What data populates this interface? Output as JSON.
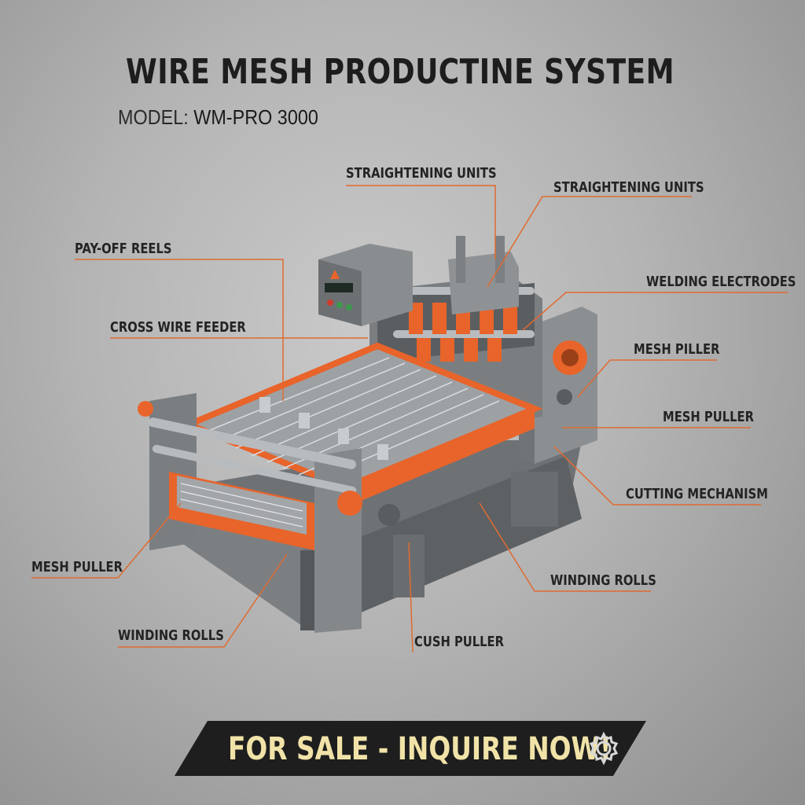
{
  "header": {
    "title": "WIRE MESH PRODUCTINE SYSTEM",
    "model_label": "MODEL:",
    "model_value": "WM-PRO 3000"
  },
  "callouts": [
    {
      "text": "STRAIGHTENING UNITS"
    },
    {
      "text": "STRAIGHTENING UNITS"
    },
    {
      "text": "PAY-OFF REELS"
    },
    {
      "text": "WELDING ELECTRODES"
    },
    {
      "text": "CROSS WIRE FEEDER"
    },
    {
      "text": "MESH PILLER"
    },
    {
      "text": "MESH PULLER"
    },
    {
      "text": "CUTTING MECHANISM"
    },
    {
      "text": "MESH PULLER"
    },
    {
      "text": "WINDING ROLLS"
    },
    {
      "text": "WINDING ROLLS"
    },
    {
      "text": "CUSH PULLER"
    }
  ],
  "banner": {
    "text": "FOR SALE - INQUIRE NOW!",
    "icon": "gear-icon"
  },
  "colors": {
    "accent": "#e8642a",
    "steel": "#8a8d90",
    "banner_bg": "#1e1e1e",
    "banner_text": "#f1e3a8"
  }
}
